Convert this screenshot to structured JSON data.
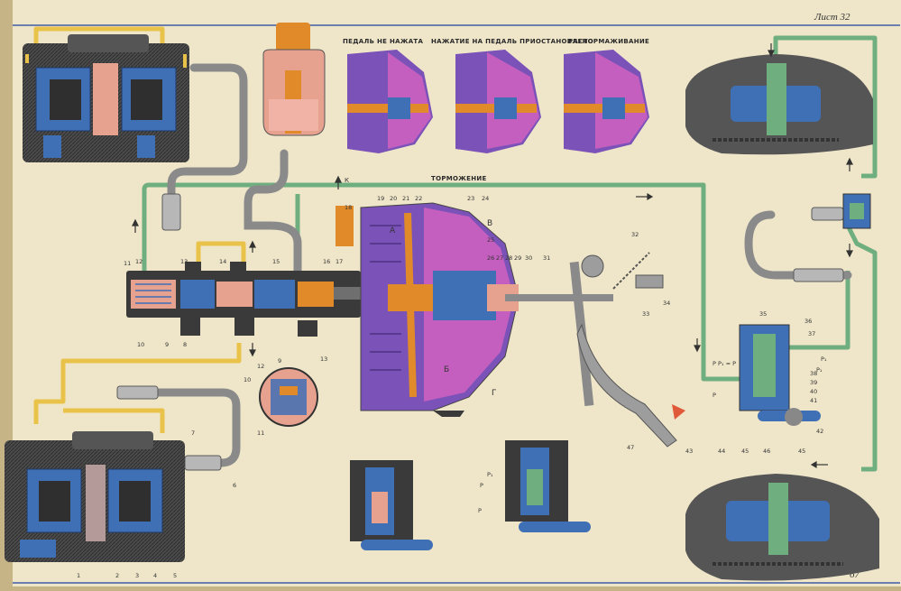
{
  "sheet": {
    "title": "Лист 32",
    "page_number": "67"
  },
  "captions": {
    "pedal_not_pressed": "ПЕДАЛЬ НЕ НАЖАТА",
    "pedal_pressed_stopped": "НАЖАТИЕ НА ПЕДАЛЬ ПРИОСТАНОВЛЕНО",
    "release": "РАСТОРМАЖИВАНИЕ",
    "braking": "ТОРМОЖЕНИЕ"
  },
  "chamber_letters": [
    "А",
    "Б",
    "В",
    "Г"
  ],
  "arrow_letter": "К",
  "pressure_labels": [
    "Р",
    "Р",
    "Р",
    "Р",
    "Р₁",
    "Р₁ ≈ Р",
    "Р₁",
    "Р₁"
  ],
  "callouts": [
    "1",
    "2",
    "3",
    "4",
    "5",
    "6",
    "7",
    "8",
    "9",
    "10",
    "11",
    "12",
    "13",
    "14",
    "15",
    "16",
    "17",
    "18",
    "19",
    "20",
    "21",
    "22",
    "23",
    "24",
    "25",
    "26",
    "27",
    "28",
    "29",
    "30",
    "31",
    "32",
    "33",
    "34",
    "35",
    "36",
    "37",
    "38",
    "39",
    "40",
    "41",
    "42",
    "43",
    "44",
    "45",
    "46",
    "47"
  ],
  "inset_callouts": [
    "9",
    "10",
    "11",
    "12",
    "13"
  ],
  "colors": {
    "paper": "#efe6c9",
    "brake_fluid_line": "#e9c24a",
    "green_line": "#6fae7e",
    "body_metal": "#3a3a3a",
    "piston_blue": "#3f6fb5",
    "vacuum_purple": "#7b52b8",
    "chamber_magenta": "#c45fbf",
    "seal_orange": "#e08a2a",
    "fluid_pink": "#e7a18f"
  },
  "icons": [
    "arrow-up-icon",
    "arrow-down-icon",
    "arrow-right-icon",
    "arrow-left-icon",
    "pointing-arrow-icon"
  ]
}
